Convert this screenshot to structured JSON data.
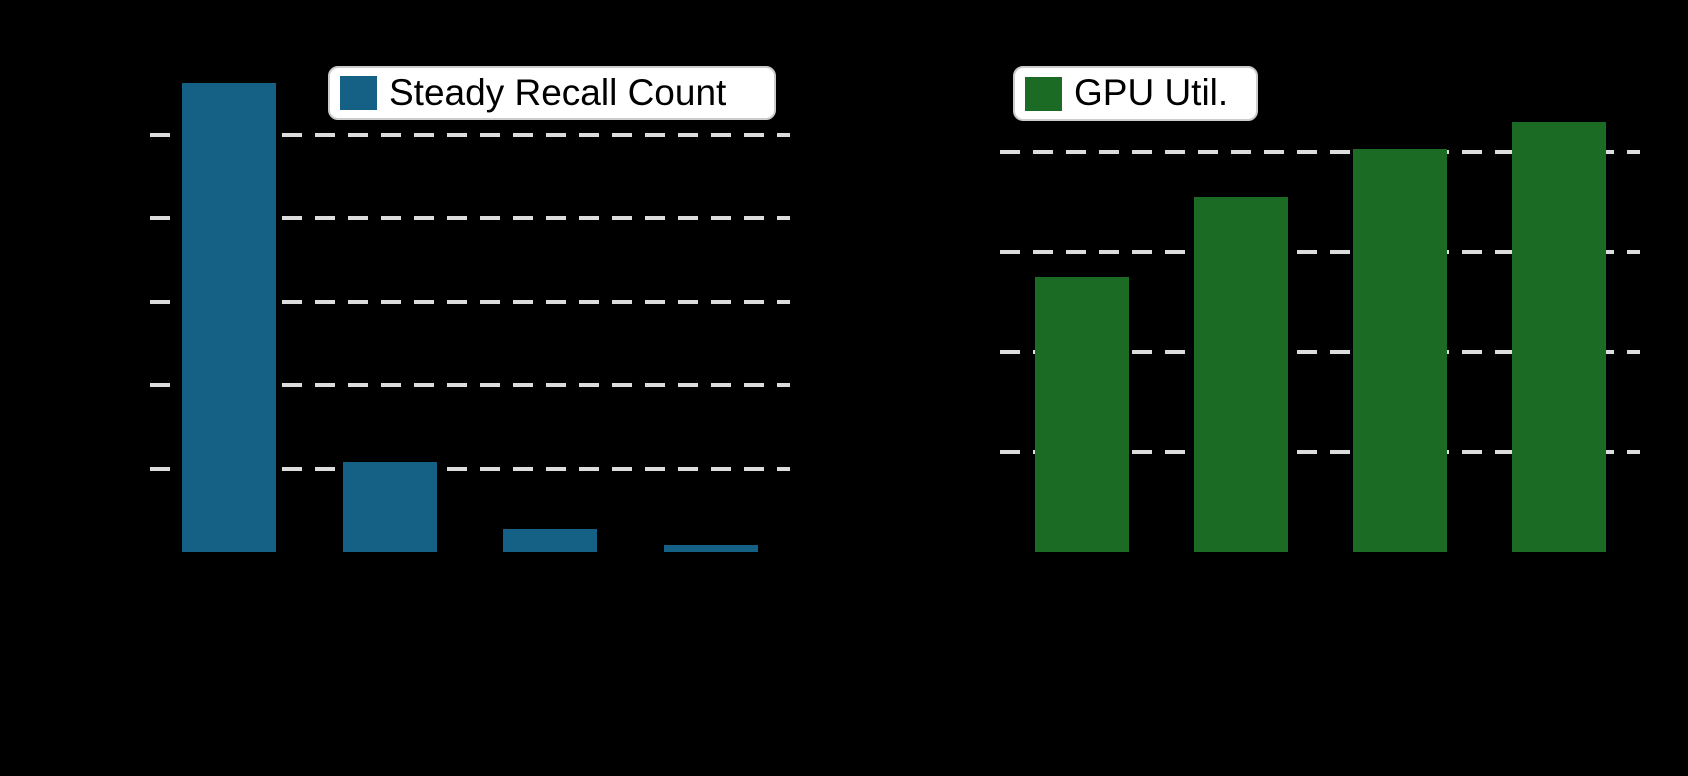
{
  "figure": {
    "background_color": "#000000",
    "gridline_color": "#DCDCDC",
    "legend_background": "#FFFFFF",
    "legend_border_color": "#CCCCCC",
    "legend_text_color": "#000000"
  },
  "chart_data": [
    {
      "type": "bar",
      "title": "",
      "xlabel": "",
      "ylabel": "",
      "legend": "Steady Recall Count",
      "legend_position": "upper center",
      "bar_color": "#156085",
      "categories": [
        "",
        "",
        "",
        ""
      ],
      "values": [
        5.62,
        1.08,
        0.28,
        0.08
      ],
      "gridline_values": [
        1,
        2,
        3,
        4,
        5
      ],
      "ylim": [
        0,
        6.12
      ],
      "grid": "horizontal dashed",
      "tick_labels_visible": false
    },
    {
      "type": "bar",
      "title": "",
      "xlabel": "",
      "ylabel": "",
      "legend": "GPU Util.",
      "legend_position": "upper left",
      "bar_color": "#1B6B24",
      "categories": [
        "",
        "",
        "",
        ""
      ],
      "values": [
        55,
        71,
        80.5,
        86
      ],
      "gridline_values": [
        20,
        40,
        60,
        80
      ],
      "ylim": [
        0,
        102.4
      ],
      "grid": "horizontal dashed",
      "tick_labels_visible": false
    }
  ]
}
